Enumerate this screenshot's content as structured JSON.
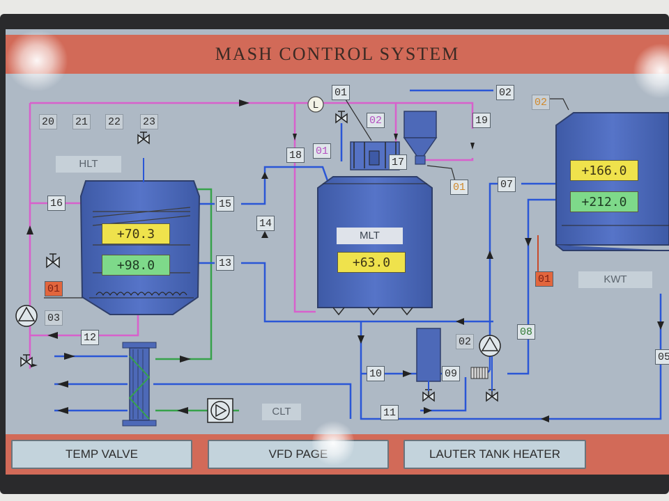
{
  "title": "MASH CONTROL SYSTEM",
  "vessels": {
    "hlt": {
      "label": "HLT",
      "setpoint": "+70.3",
      "actual": "+98.0"
    },
    "mlt": {
      "label": "MLT",
      "temp": "+63.0"
    },
    "kwt": {
      "label": "KWT",
      "setpoint": "+166.0",
      "actual": "+212.0"
    }
  },
  "tags": {
    "t20": "20",
    "t21": "21",
    "t22": "22",
    "t23": "23",
    "t16": "16",
    "t15": "15",
    "t14": "14",
    "t13": "13",
    "t12": "12",
    "t01_hlt": "01",
    "t03": "03",
    "t18": "18",
    "t01_pink": "01",
    "t01_top": "01",
    "t02_pink": "02",
    "t02_top": "02",
    "t17": "17",
    "t19": "19",
    "t01_orange": "01",
    "t02_kwt": "02",
    "t07": "07",
    "t01_kwt": "01",
    "t08": "08",
    "t05": "05",
    "t10": "10",
    "t11": "11",
    "t09": "09",
    "t02_pump": "02",
    "level_indicator": "L"
  },
  "clt_label": "CLT",
  "buttons": {
    "temp_valve": "TEMP VALVE",
    "vfd_page": "VFD PAGE",
    "lauter_heater": "LAUTER TANK HEATER"
  },
  "colors": {
    "title_bar": "#d26a58",
    "screen_bg": "#aeb9c5",
    "vessel": "#4d69b8",
    "pipe_blue": "#2a56d6",
    "pipe_pink": "#d860cc",
    "pipe_green": "#36a24a",
    "readout_yellow": "#efe24c",
    "readout_green": "#7ed98a"
  }
}
